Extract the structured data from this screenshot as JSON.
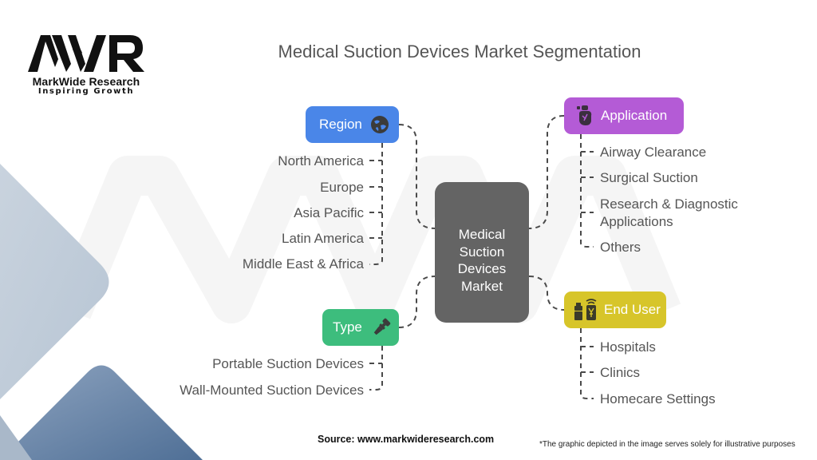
{
  "brand": {
    "logo_mark": "MWR",
    "name": "MarkWide Research",
    "tagline": "Inspiring Growth"
  },
  "title": "Medical Suction Devices Market Segmentation",
  "center": {
    "label": "Medical Suction Devices Market"
  },
  "categories": {
    "region": {
      "label": "Region",
      "icon": "globe-icon",
      "color": "#4a86e8",
      "items": [
        "North America",
        "Europe",
        "Asia Pacific",
        "Latin America",
        "Middle East & Africa"
      ]
    },
    "application": {
      "label": "Application",
      "icon": "suction-hand-icon",
      "color": "#b45bd6",
      "items": [
        "Airway Clearance",
        "Surgical Suction",
        "Research & Diagnostic Applications",
        "Others"
      ]
    },
    "type": {
      "label": "Type",
      "icon": "suction-nozzle-icon",
      "color": "#3dbd7d",
      "items": [
        "Portable Suction Devices",
        "Wall-Mounted Suction Devices"
      ]
    },
    "end_user": {
      "label": "End User",
      "icon": "bottle-phone-icon",
      "color": "#d7c52a",
      "items": [
        "Hospitals",
        "Clinics",
        "Homecare Settings"
      ]
    }
  },
  "application_item_lines": {
    "research_line1": "Research & Diagnostic",
    "research_line2": "Applications"
  },
  "footer": {
    "source": "Source: www.markwideresearch.com",
    "disclaimer": "*The graphic depicted in the image serves solely for illustrative purposes"
  }
}
